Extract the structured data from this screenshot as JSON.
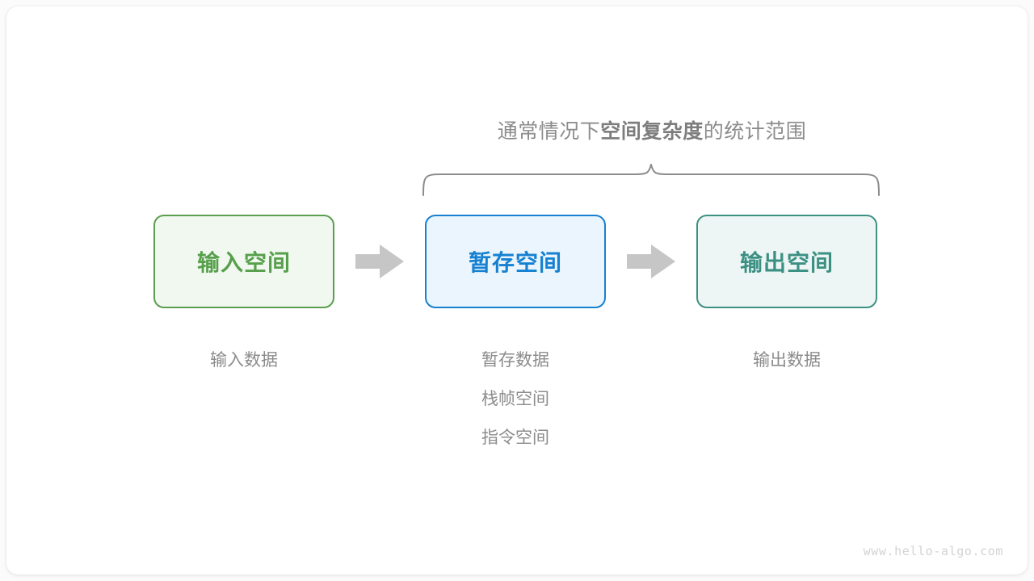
{
  "diagram": {
    "scope_label": {
      "prefix": "通常情况下",
      "emphasis": "空间复杂度",
      "suffix": "的统计范围"
    },
    "brace": {
      "name": "curly-brace",
      "spans_boxes": [
        "暂存空间",
        "输出空间"
      ],
      "color": "#8c8c8c"
    },
    "boxes": [
      {
        "id": "input",
        "label": "输入空间",
        "fill": "#f1f8f0",
        "border": "#5b9e50",
        "text_color": "#57a04b"
      },
      {
        "id": "buffer",
        "label": "暂存空间",
        "fill": "#eaf5fd",
        "border": "#1780d0",
        "text_color": "#1781d1"
      },
      {
        "id": "output",
        "label": "输出空间",
        "fill": "#edf6f4",
        "border": "#3d9183",
        "text_color": "#3c9083"
      }
    ],
    "arrows": [
      {
        "id": "arrow-1",
        "from": "input",
        "to": "buffer",
        "color": "#c6c6c6"
      },
      {
        "id": "arrow-2",
        "from": "buffer",
        "to": "output",
        "color": "#c6c6c6"
      }
    ],
    "captions": [
      {
        "id": "input",
        "lines": [
          "输入数据"
        ]
      },
      {
        "id": "buffer",
        "lines": [
          "暂存数据",
          "栈帧空间",
          "指令空间"
        ]
      },
      {
        "id": "output",
        "lines": [
          "输出数据"
        ]
      }
    ],
    "caption_color": "#8c8c8c",
    "watermark": "www.hello-algo.com",
    "background": "#ffffff",
    "page_background": "#fbfbfb"
  }
}
